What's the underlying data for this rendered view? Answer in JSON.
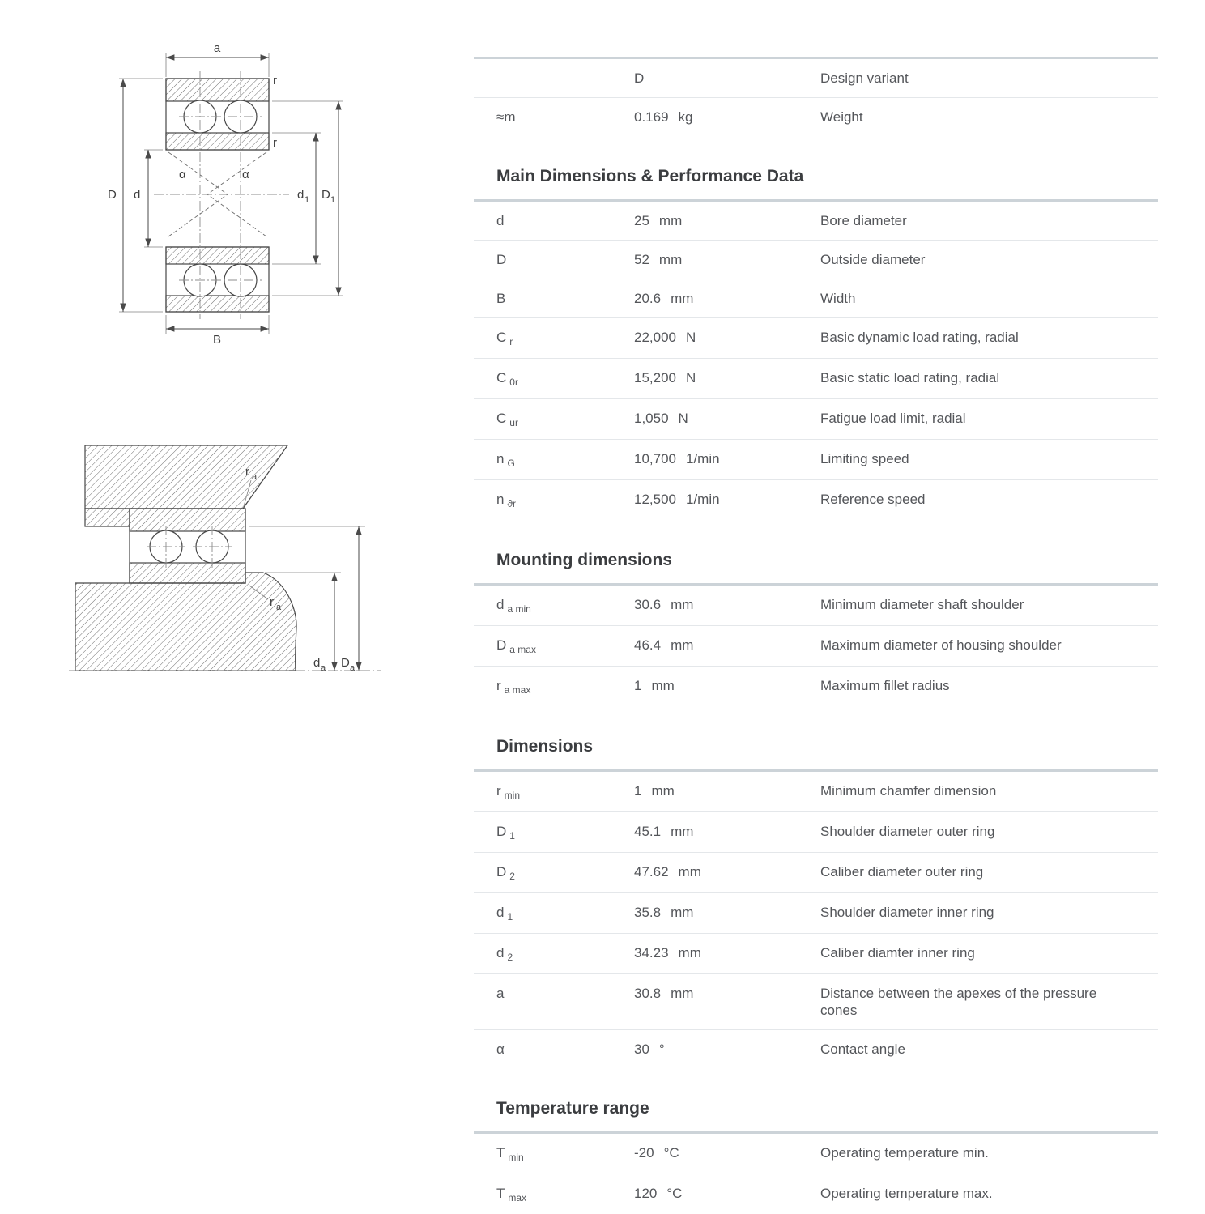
{
  "drawing_labels": {
    "top": {
      "a": "a",
      "r_upper": "r",
      "r_lower": "r",
      "D": "D",
      "d": "d",
      "d1_base": "d",
      "d1_sub": "1",
      "D1_base": "D",
      "D1_sub": "1",
      "B": "B",
      "alpha_left": "α",
      "alpha_right": "α"
    },
    "bottom": {
      "ra_upper_base": "r",
      "ra_upper_sub": "a",
      "ra_lower_base": "r",
      "ra_lower_sub": "a",
      "da_base": "d",
      "da_sub": "a",
      "Da_base": "D",
      "Da_sub": "a"
    }
  },
  "table": {
    "sections": [
      {
        "title": "",
        "rows": [
          {
            "sym": "",
            "sub": "",
            "value": "D",
            "unit": "",
            "desc": "Design variant"
          },
          {
            "sym": "≈m",
            "sub": "",
            "value": "0.169",
            "unit": "kg",
            "desc": "Weight"
          }
        ]
      },
      {
        "title": "Main Dimensions & Performance Data",
        "rows": [
          {
            "sym": "d",
            "sub": "",
            "value": "25",
            "unit": "mm",
            "desc": "Bore diameter"
          },
          {
            "sym": "D",
            "sub": "",
            "value": "52",
            "unit": "mm",
            "desc": "Outside diameter"
          },
          {
            "sym": "B",
            "sub": "",
            "value": "20.6",
            "unit": "mm",
            "desc": "Width"
          },
          {
            "sym": "C",
            "sub": "r",
            "value": "22,000",
            "unit": "N",
            "desc": "Basic dynamic load rating, radial"
          },
          {
            "sym": "C",
            "sub": "0r",
            "value": "15,200",
            "unit": "N",
            "desc": "Basic static load rating, radial"
          },
          {
            "sym": "C",
            "sub": "ur",
            "value": "1,050",
            "unit": "N",
            "desc": "Fatigue load limit, radial"
          },
          {
            "sym": "n",
            "sub": "G",
            "value": "10,700",
            "unit": "1/min",
            "desc": "Limiting speed"
          },
          {
            "sym": "n",
            "sub": "ϑr",
            "value": "12,500",
            "unit": "1/min",
            "desc": "Reference speed"
          }
        ]
      },
      {
        "title": "Mounting dimensions",
        "rows": [
          {
            "sym": "d",
            "sub": "a min",
            "value": "30.6",
            "unit": "mm",
            "desc": "Minimum diameter shaft shoulder"
          },
          {
            "sym": "D",
            "sub": "a max",
            "value": "46.4",
            "unit": "mm",
            "desc": "Maximum diameter of housing shoulder"
          },
          {
            "sym": "r",
            "sub": "a max",
            "value": "1",
            "unit": "mm",
            "desc": "Maximum fillet radius"
          }
        ]
      },
      {
        "title": "Dimensions",
        "rows": [
          {
            "sym": "r",
            "sub": "min",
            "value": "1",
            "unit": "mm",
            "desc": "Minimum chamfer dimension"
          },
          {
            "sym": "D",
            "sub": "1",
            "value": "45.1",
            "unit": "mm",
            "desc": "Shoulder diameter outer ring"
          },
          {
            "sym": "D",
            "sub": "2",
            "value": "47.62",
            "unit": "mm",
            "desc": "Caliber diameter outer ring"
          },
          {
            "sym": "d",
            "sub": "1",
            "value": "35.8",
            "unit": "mm",
            "desc": "Shoulder diameter inner ring"
          },
          {
            "sym": "d",
            "sub": "2",
            "value": "34.23",
            "unit": "mm",
            "desc": "Caliber diamter inner ring"
          },
          {
            "sym": "a",
            "sub": "",
            "value": "30.8",
            "unit": "mm",
            "desc": "Distance between the apexes of the pressure cones"
          },
          {
            "sym": "α",
            "sub": "",
            "value": "30",
            "unit": "°",
            "desc": "Contact angle"
          }
        ]
      },
      {
        "title": "Temperature range",
        "rows": [
          {
            "sym": "T",
            "sub": "min",
            "value": "-20",
            "unit": "°C",
            "desc": "Operating temperature min."
          },
          {
            "sym": "T",
            "sub": "max",
            "value": "120",
            "unit": "°C",
            "desc": "Operating temperature max."
          }
        ]
      }
    ]
  }
}
